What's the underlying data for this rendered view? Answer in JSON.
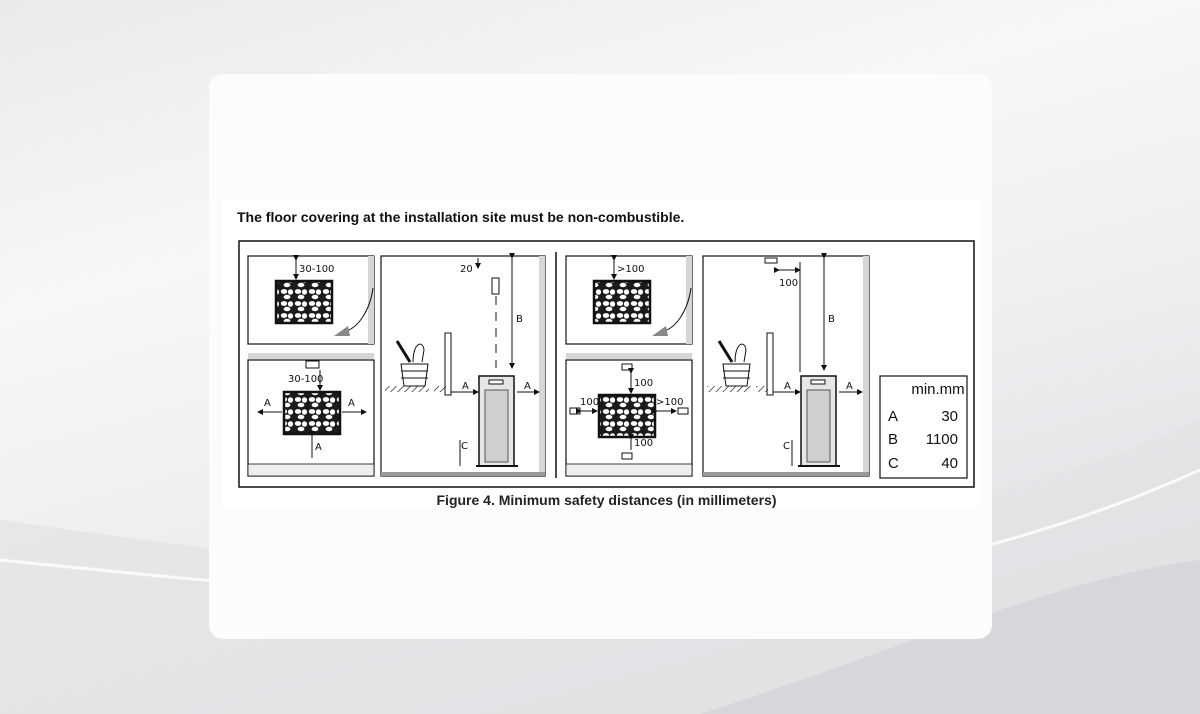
{
  "heading": "The floor covering at the installation site must be non-combustible.",
  "caption": "Figure 4. Minimum safety distances (in millimeters)",
  "labels": {
    "d30_100": "30-100",
    "d20": "20",
    "d100": "100",
    "d_gt100": ">100",
    "A": "A",
    "B": "B",
    "C": "C"
  },
  "table": {
    "header": "min.mm",
    "rows": [
      {
        "key": "A",
        "value": "30"
      },
      {
        "key": "B",
        "value": "1100"
      },
      {
        "key": "C",
        "value": "40"
      }
    ]
  }
}
